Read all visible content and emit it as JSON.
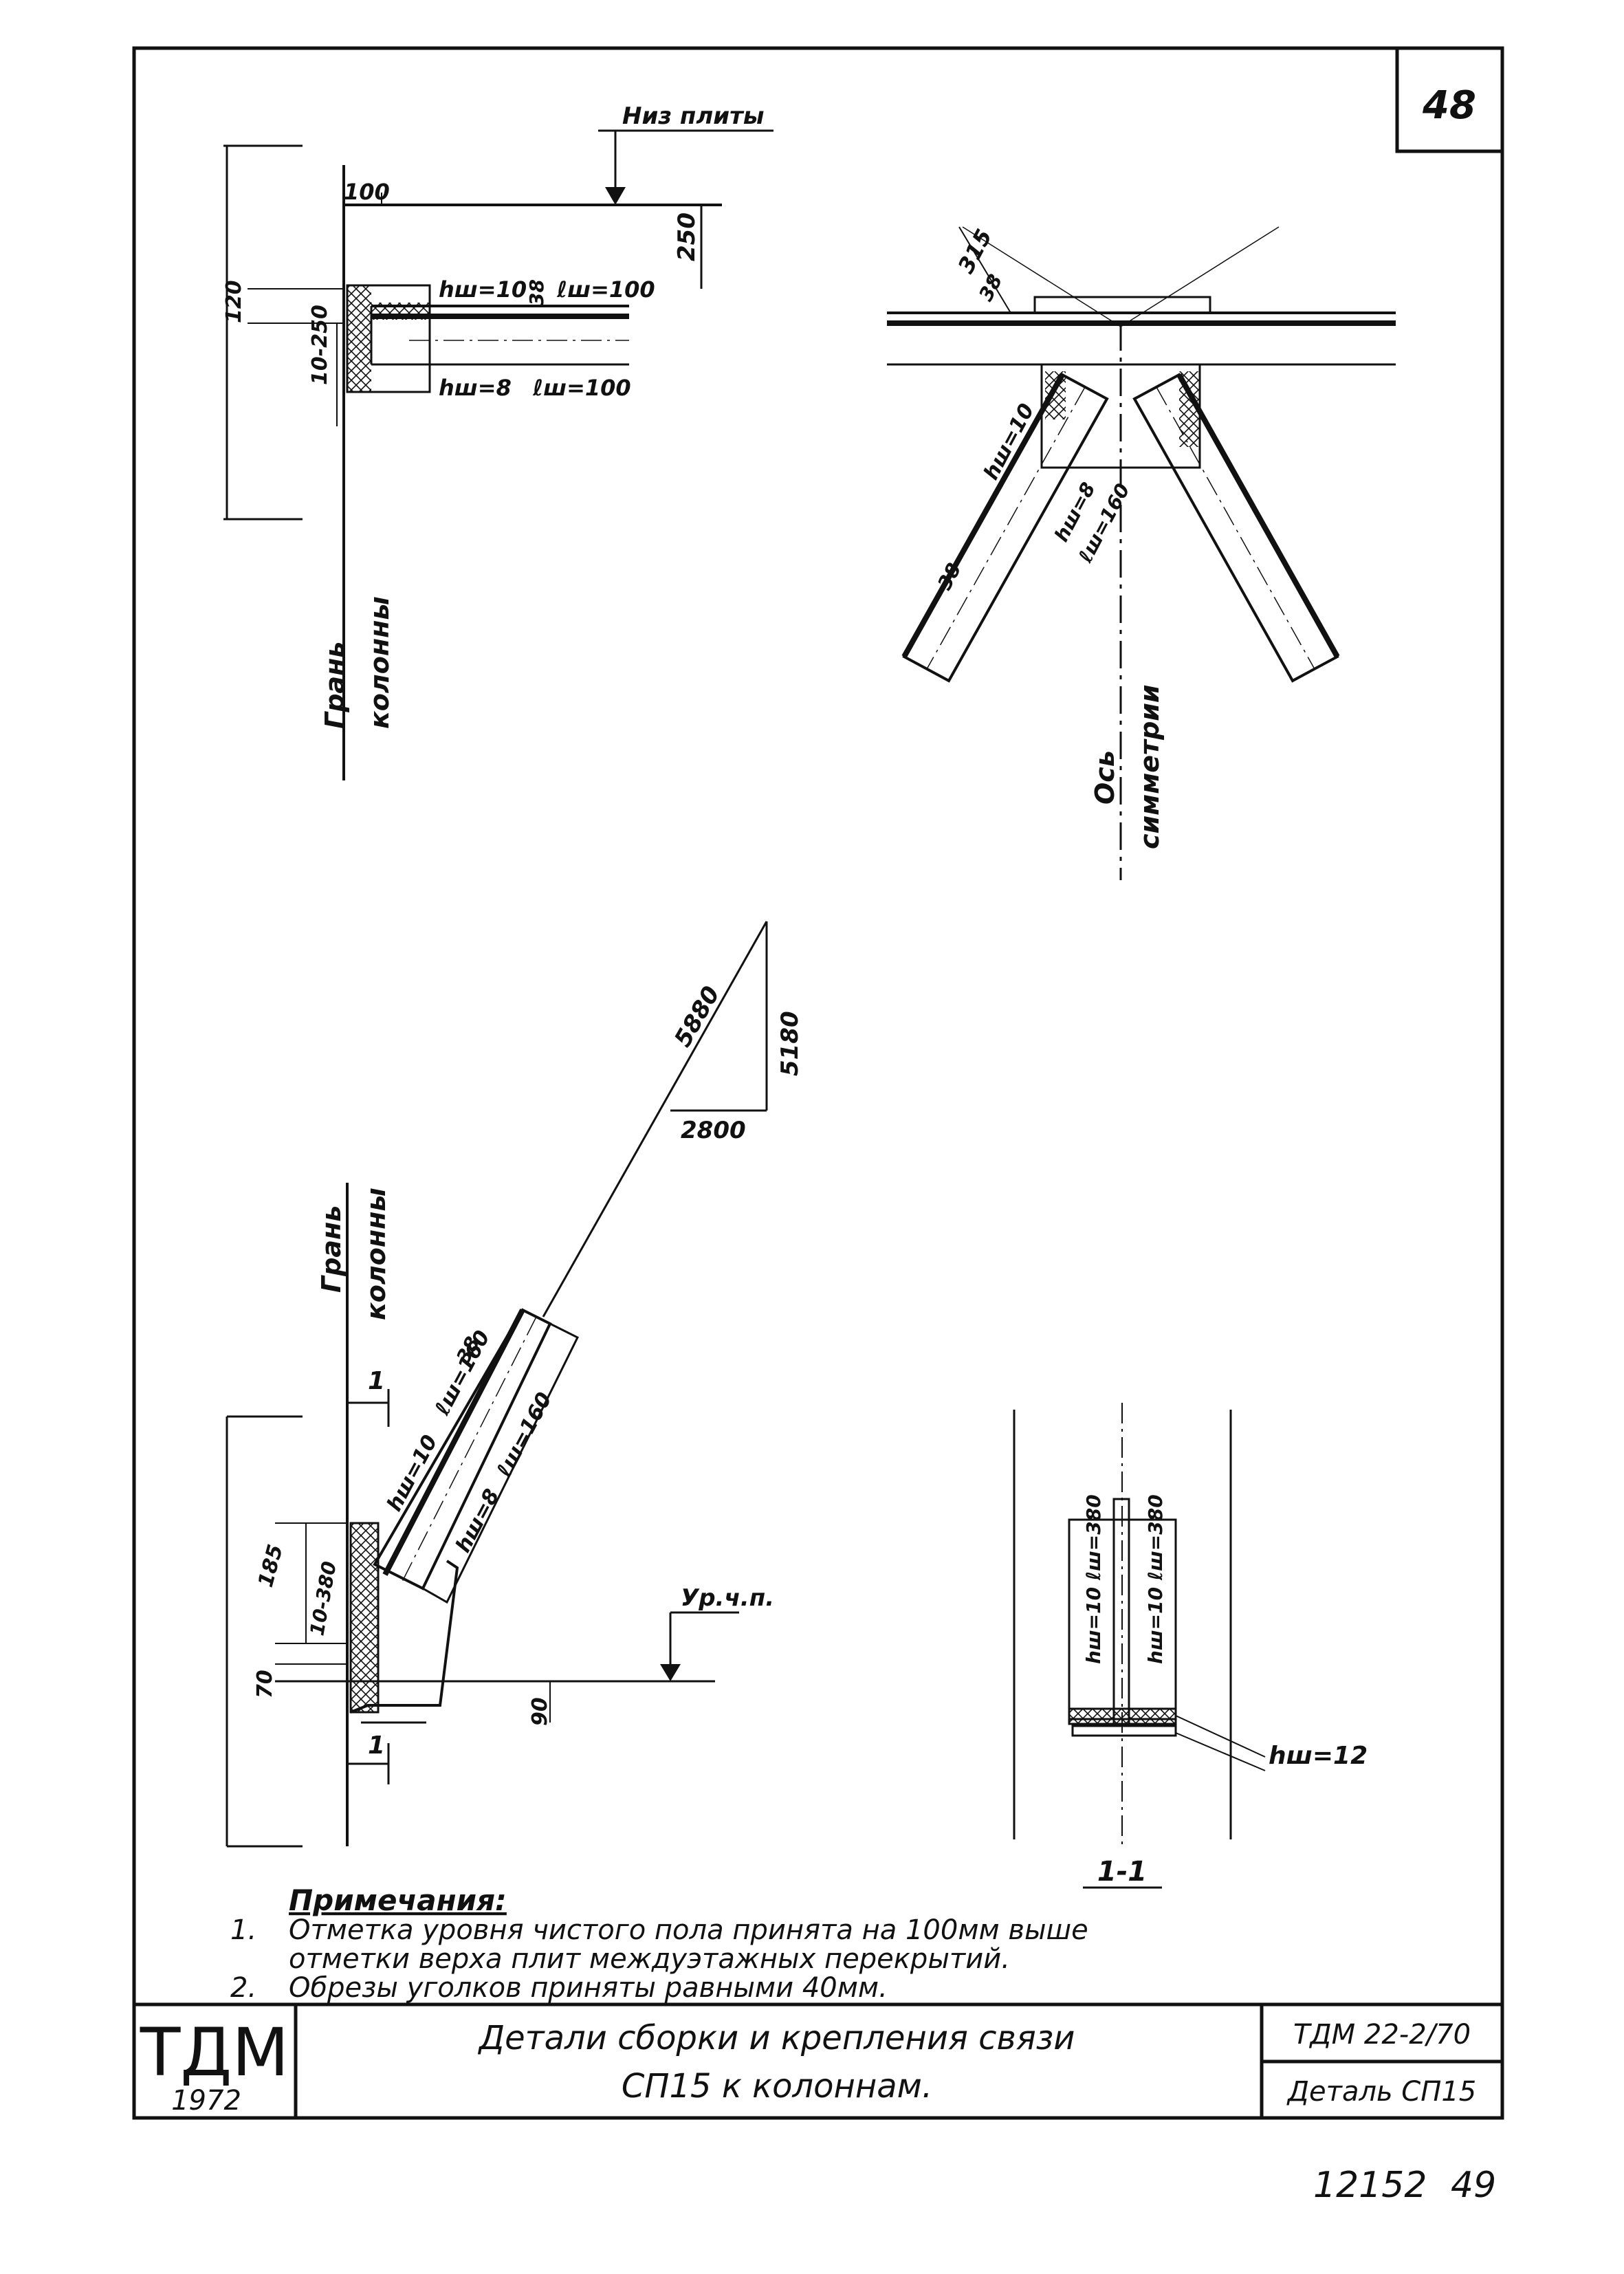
{
  "sheet": {
    "number": "48",
    "footer_number_a": "12152",
    "footer_number_b": "49"
  },
  "detail_top_left": {
    "label_slab_bottom": "Низ плиты",
    "dim_100": "100",
    "dim_250": "250",
    "dim_120": "120",
    "dim_10_250": "10-250",
    "dim_38": "38",
    "weld_top_h": "hш=10",
    "weld_top_l": "ℓш=100",
    "weld_bot_h": "hш=8",
    "weld_bot_l": "ℓш=100",
    "label_column_face_1": "Грань",
    "label_column_face_2": "колонны"
  },
  "detail_top_right": {
    "dim_315": "315",
    "dim_38a": "38",
    "dim_38b": "38",
    "weld_h10": "hш=10",
    "weld_h8": "hш=8",
    "weld_l160": "ℓш=160",
    "label_axis_1": "Ось",
    "label_axis_2": "симметрии"
  },
  "slope": {
    "hyp": "5880",
    "vert": "5180",
    "horiz": "2800"
  },
  "detail_bottom_left": {
    "label_column_face_1": "Грань",
    "label_column_face_2": "колонны",
    "section_mark_top": "1",
    "section_mark_bottom": "1",
    "dim_38": "38",
    "weld_h10": "hш=10",
    "weld_l160a": "ℓш=160",
    "weld_h8": "hш=8",
    "weld_l160b": "ℓш=160",
    "dim_185": "185",
    "dim_10_380": "10-380",
    "dim_70": "70",
    "dim_90": "90",
    "label_floor_level": "Ур.ч.п."
  },
  "section_1_1": {
    "weld_h10_l380_a": "hш=10 ℓш=380",
    "weld_h10_l380_b": "hш=10 ℓш=380",
    "weld_h12": "hш=12",
    "title": "1-1"
  },
  "notes": {
    "heading": "Примечания:",
    "items": [
      {
        "num": "1.",
        "line1": "Отметка уровня чистого пола принята на 100мм выше",
        "line2": "отметки верха плит междуэтажных перекрытий."
      },
      {
        "num": "2.",
        "line1": "Обрезы уголков приняты равными 40мм.",
        "line2": ""
      }
    ]
  },
  "title_block": {
    "logo": "ТДМ",
    "year": "1972",
    "title_line1": "Детали сборки и крепления связи",
    "title_line2": "СП15 к колоннам.",
    "code": "ТДМ 22-2/70",
    "detail": "Деталь СП15"
  }
}
